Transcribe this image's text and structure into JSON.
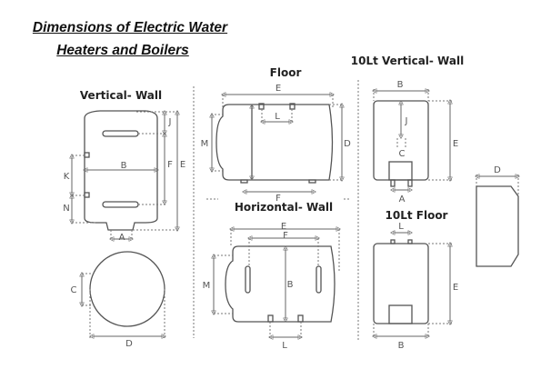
{
  "title": {
    "line1": "Dimensions of Electric Water",
    "line2": "Heaters and Boilers"
  },
  "sections": {
    "vertical_wall": "Vertical- Wall",
    "floor": "Floor",
    "horizontal_wall": "Horizontal- Wall",
    "vertical_wall_10lt": "10Lt Vertical- Wall",
    "floor_10lt": "10Lt Floor"
  },
  "labels": {
    "A": "A",
    "B": "B",
    "C": "C",
    "D": "D",
    "E": "E",
    "F": "F",
    "J": "J",
    "K": "K",
    "L": "L",
    "M": "M",
    "N": "N"
  }
}
